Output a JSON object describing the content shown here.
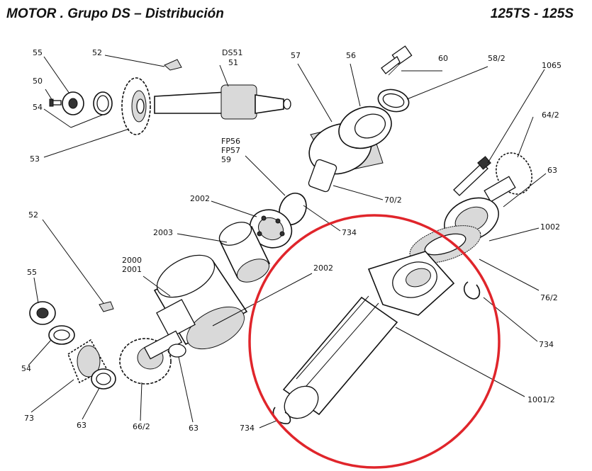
{
  "header": {
    "title": "MOTOR . Grupo DS – Distribución",
    "models": "125TS - 125S"
  },
  "colors": {
    "ink": "#111111",
    "highlight_circle": "#e0252b"
  },
  "labels": [
    {
      "key": "55_top",
      "text": "55"
    },
    {
      "key": "52_top",
      "text": "52"
    },
    {
      "key": "ds51",
      "text": "DS51"
    },
    {
      "key": "51",
      "text": "51"
    },
    {
      "key": "57",
      "text": "57"
    },
    {
      "key": "56",
      "text": "56"
    },
    {
      "key": "60",
      "text": "60"
    },
    {
      "key": "58_2",
      "text": "58/2"
    },
    {
      "key": "1065",
      "text": "1065"
    },
    {
      "key": "50",
      "text": "50"
    },
    {
      "key": "54_top",
      "text": "54"
    },
    {
      "key": "53",
      "text": "53"
    },
    {
      "key": "fp56",
      "text": "FP56"
    },
    {
      "key": "fp57",
      "text": "FP57"
    },
    {
      "key": "59",
      "text": "59"
    },
    {
      "key": "64_2",
      "text": "64/2"
    },
    {
      "key": "63_right",
      "text": "63"
    },
    {
      "key": "70_2",
      "text": "70/2"
    },
    {
      "key": "2002_top",
      "text": "2002"
    },
    {
      "key": "734_mid",
      "text": "734"
    },
    {
      "key": "52_left",
      "text": "52"
    },
    {
      "key": "2003",
      "text": "2003"
    },
    {
      "key": "1002",
      "text": "1002"
    },
    {
      "key": "2000",
      "text": "2000"
    },
    {
      "key": "2001",
      "text": "2001"
    },
    {
      "key": "2002_mid",
      "text": "2002"
    },
    {
      "key": "55_left",
      "text": "55"
    },
    {
      "key": "76_2",
      "text": "76/2"
    },
    {
      "key": "734_right",
      "text": "734"
    },
    {
      "key": "54_left",
      "text": "54"
    },
    {
      "key": "1001_2",
      "text": "1001/2"
    },
    {
      "key": "73",
      "text": "73"
    },
    {
      "key": "63_bl",
      "text": "63"
    },
    {
      "key": "66_2",
      "text": "66/2"
    },
    {
      "key": "63_bottom",
      "text": "63"
    },
    {
      "key": "734_bottom",
      "text": "734"
    }
  ]
}
